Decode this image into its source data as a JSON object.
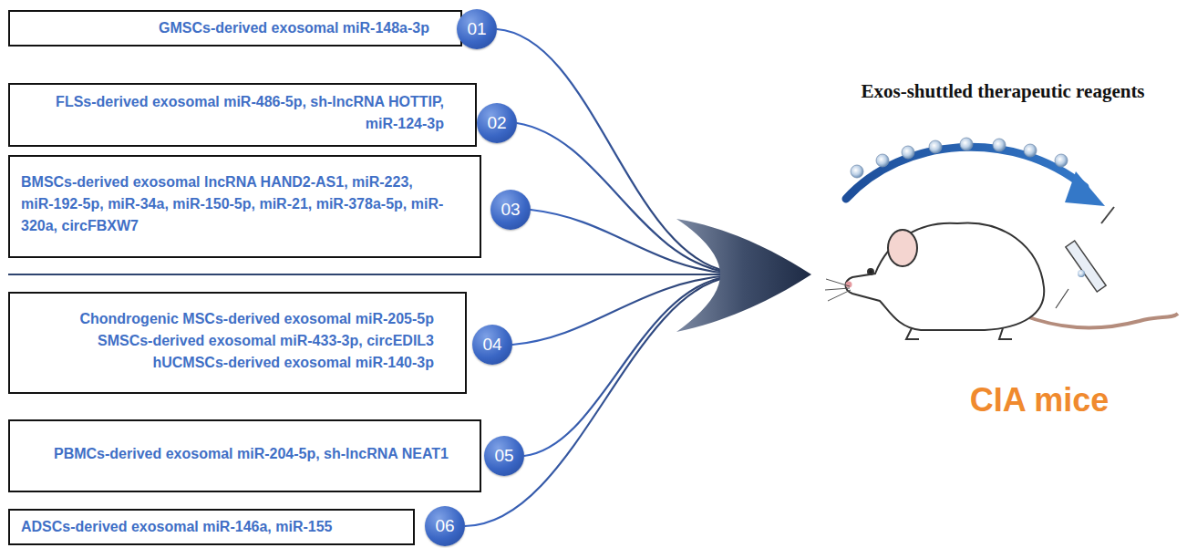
{
  "diagram": {
    "nodes": [
      {
        "text": [
          "GMSCs-derived exosomal miR-148a-3p"
        ]
      },
      {
        "text": [
          "01"
        ]
      },
      {
        "text": [
          "FLSs-derived exosomal miR-486-5p, sh-lncRNA HOTTIP, miR-124-3p"
        ]
      },
      {
        "text": [
          "02"
        ]
      },
      {
        "text": [
          "BMSCs-derived exosomal lncRNA HAND2-AS1, miR-223, miR-192-5p, miR-34a, miR-150-5p, miR-21, miR-378a-5p, miR-320a, circFBXW7"
        ]
      },
      {
        "text": [
          "03"
        ]
      },
      {
        "text": [
          "Chondrogenic MSCs-derived exosomal miR-205-5p",
          "SMSCs-derived exosomal miR-433-3p, circEDIL3",
          "hUCMSCs-derived exosomal miR-140-3p"
        ]
      },
      {
        "text": [
          "04"
        ]
      },
      {
        "text": [
          "PBMCs-derived exosomal miR-204-5p, sh-lncRNA NEAT1"
        ]
      },
      {
        "text": [
          "05"
        ]
      },
      {
        "text": [
          "ADSCs-derived exosomal miR-146a, miR-155"
        ]
      },
      {
        "text": [
          "06"
        ]
      }
    ],
    "labels": [
      "Exos-shuttled therapeutic reagents",
      "CIA mice"
    ]
  }
}
